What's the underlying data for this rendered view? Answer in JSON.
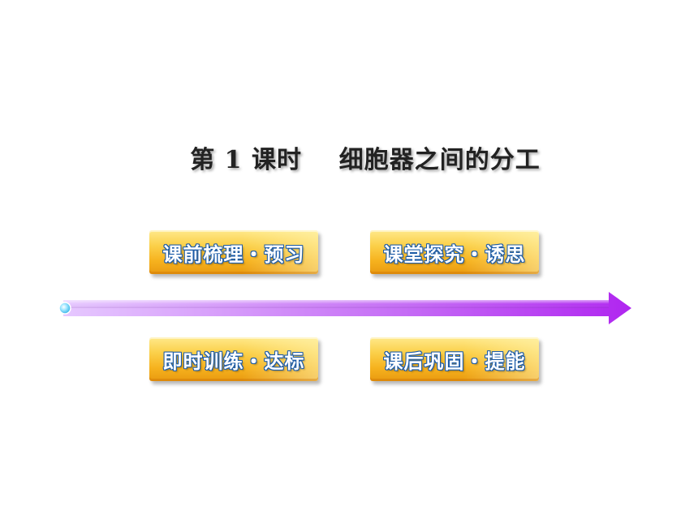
{
  "slide": {
    "title": "第 1 课时    细胞器之间的分工"
  },
  "nav": {
    "items": [
      {
        "label": "课前梳理・预习"
      },
      {
        "label": "课堂探究・诱思"
      },
      {
        "label": "即时训练・达标"
      },
      {
        "label": "课后巩固・提能"
      }
    ]
  },
  "colors": {
    "button_gradient_top": "#ffe98a",
    "button_gradient_bottom": "#e99a10",
    "button_text_outline": "#1d5ca8",
    "arrow_start": "#e6c8ff",
    "arrow_end": "#b026f0",
    "dot": "#6fd3ff"
  }
}
